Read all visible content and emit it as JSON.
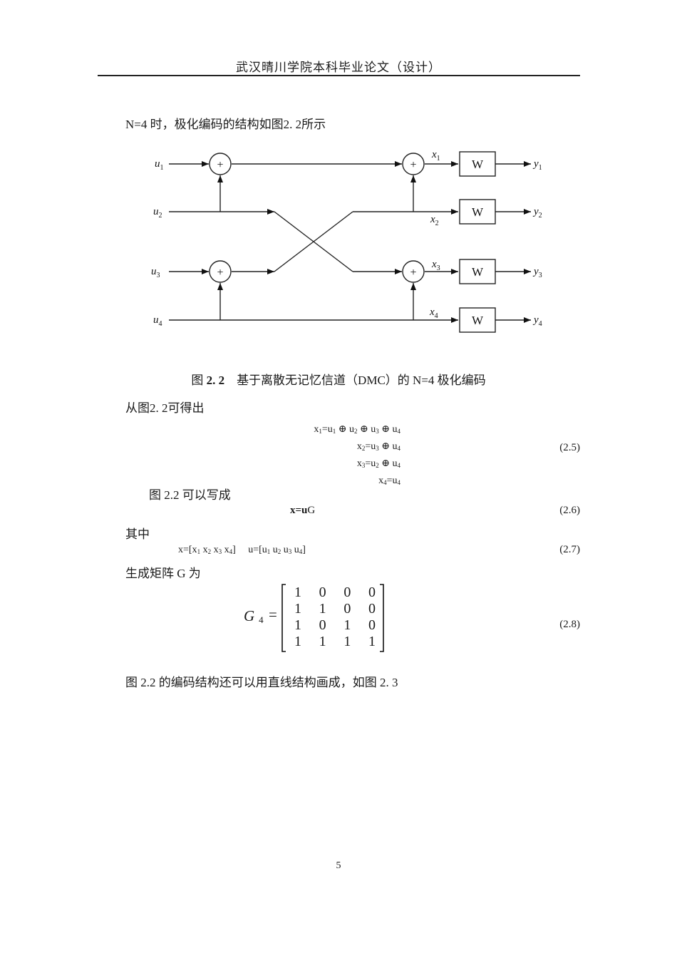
{
  "header": {
    "title": "武汉晴川学院本科毕业论文（设计）"
  },
  "body": {
    "intro": "N=4 时，极化编码的结构如图2. 2所示",
    "caption_prefix": "图",
    "caption_num": "2. 2",
    "caption_text": "基于离散无记忆信道（DMC）的 N=4 极化编码",
    "from_fig": "从图2. 2可得出",
    "eq_2_5": {
      "lines": [
        {
          "parts": [
            "x",
            "1",
            "=u",
            "1",
            " ⊕ u",
            "2",
            " ⊕ u",
            "3",
            " ⊕ u",
            "4"
          ]
        },
        {
          "parts": [
            "x",
            "2",
            "=u",
            "3",
            " ⊕ u",
            "4"
          ]
        },
        {
          "parts": [
            "x",
            "3",
            "=u",
            "2",
            " ⊕ u",
            "4"
          ]
        },
        {
          "parts": [
            "x",
            "4",
            "=u",
            "4"
          ]
        }
      ],
      "number": "(2.5)"
    },
    "can_write": "图 2.2 可以写成",
    "eq_2_6": {
      "bold1": "x=u",
      "plain": "G",
      "number": "(2.6)"
    },
    "where": "其中",
    "eq_2_7": {
      "x_vec": "x=[x1  x2  x3  x4]",
      "u_vec": "u=[u1  u2  u3  u4]",
      "number": "(2.7)"
    },
    "gen_matrix": "生成矩阵 G 为",
    "eq_2_8": {
      "lhs": "G",
      "lhs_sub": "4",
      "eq": "=",
      "rows": [
        [
          "1",
          "0",
          "0",
          "0"
        ],
        [
          "1",
          "1",
          "0",
          "0"
        ],
        [
          "1",
          "0",
          "1",
          "0"
        ],
        [
          "1",
          "1",
          "1",
          "1"
        ]
      ],
      "number": "(2.8)"
    },
    "closing": "图 2.2 的编码结构还可以用直线结构画成，如图 2. 3"
  },
  "figure": {
    "inputs": [
      "u1",
      "u2",
      "u3",
      "u4"
    ],
    "codewords": [
      "x1",
      "x2",
      "x3",
      "x4"
    ],
    "outputs": [
      "y1",
      "y2",
      "y3",
      "y4"
    ],
    "channel_label": "W",
    "xor_symbol": "+"
  },
  "page_number": "5"
}
